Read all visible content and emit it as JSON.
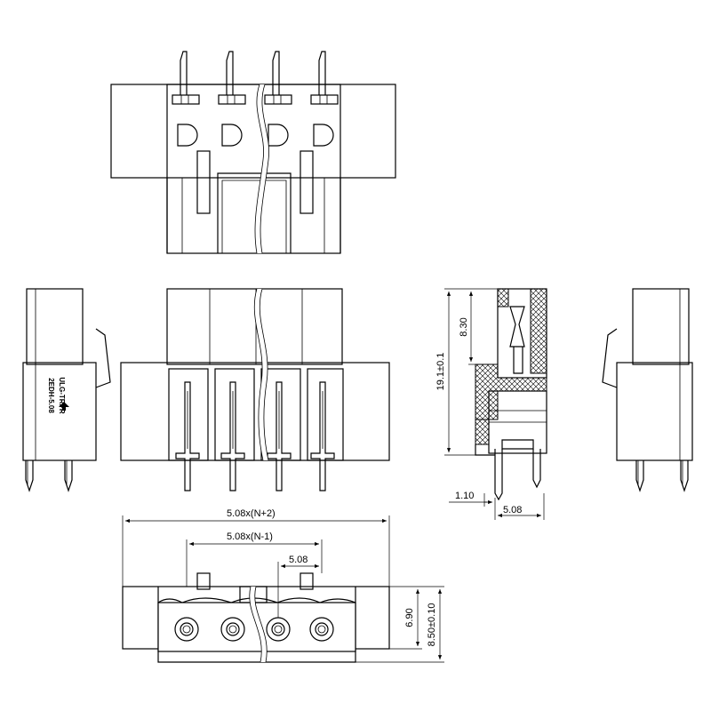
{
  "drawing": {
    "pole_count_shown": 4,
    "dimensions": {
      "overall_width": "5.08x(N+2)",
      "inner_span": "5.08x(N-1)",
      "pitch_bottom": "5.08",
      "pitch_side": "5.08",
      "offset_side": "1.10",
      "height_total": "19.1±0.1",
      "height_upper": "8.30",
      "height_front_small": "6.90",
      "height_front_total": "8.50±0.10"
    },
    "part_marking": {
      "line1": "ULG-TRPR",
      "line2": "2EDH-5.08"
    },
    "hatch_color": "#000000",
    "line_color": "#000000"
  }
}
